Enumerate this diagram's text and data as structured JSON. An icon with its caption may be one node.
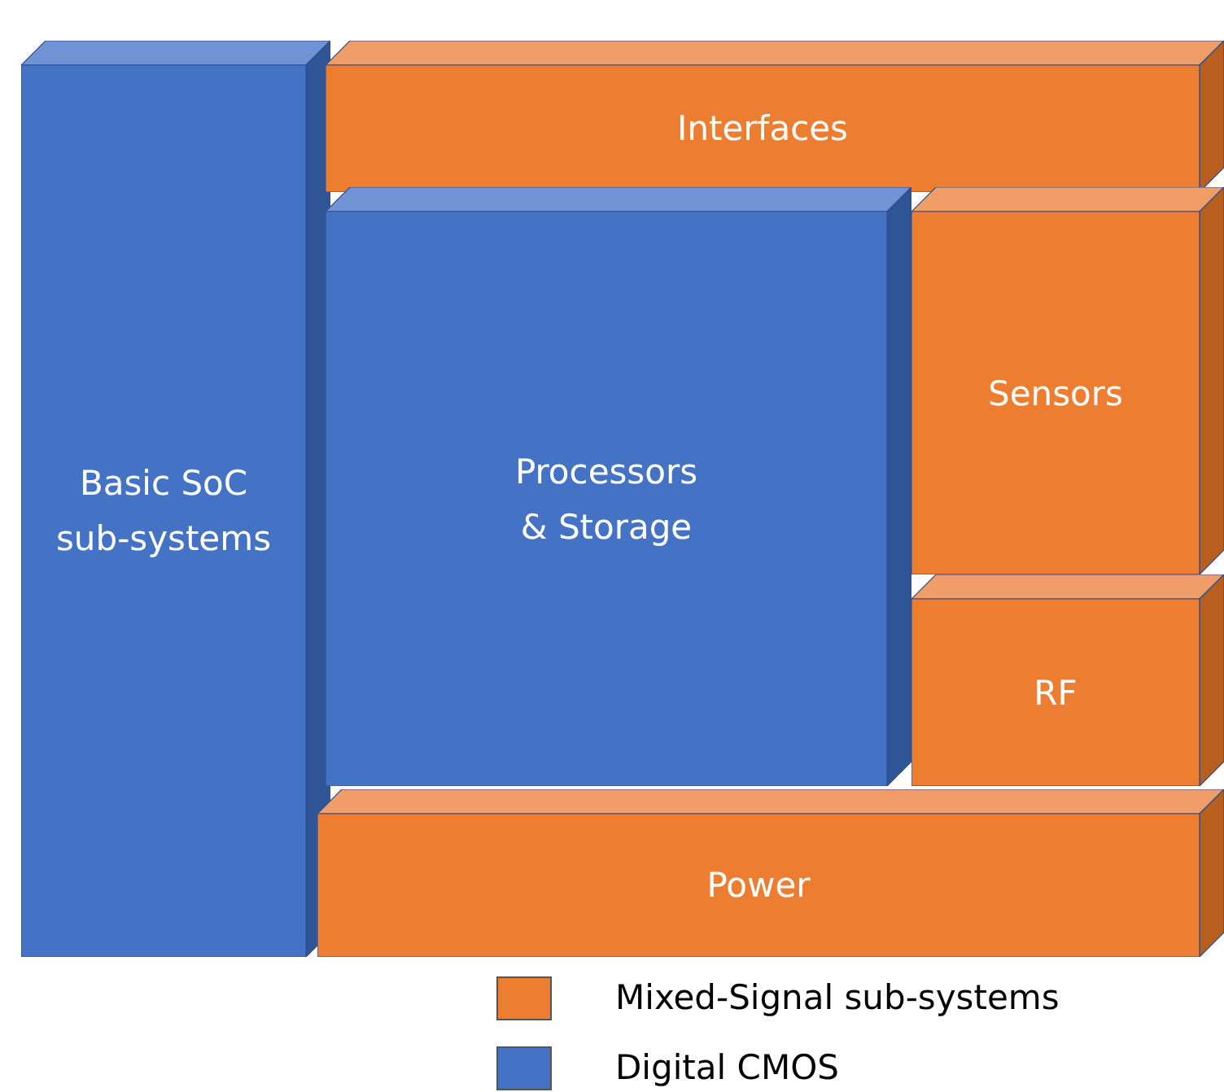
{
  "diagram": {
    "nodes": [
      {
        "text": [
          "Basic SoC sub-systems"
        ]
      },
      {
        "text": [
          "Interfaces"
        ]
      },
      {
        "text": [
          "Processors & Storage"
        ]
      },
      {
        "text": [
          "Sensors"
        ]
      },
      {
        "text": [
          "RF"
        ]
      },
      {
        "text": [
          "Power"
        ]
      }
    ],
    "legend": [
      {
        "text": "Mixed-Signal sub-systems",
        "color": "#ed7d31"
      },
      {
        "text": "Digital CMOS",
        "color": "#4472c4"
      }
    ]
  }
}
